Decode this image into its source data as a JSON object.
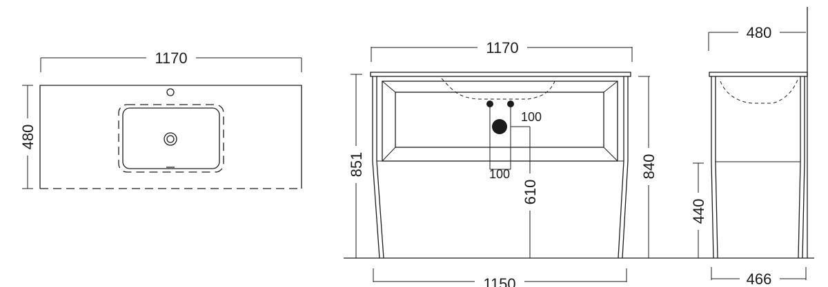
{
  "top_view": {
    "width": "1170",
    "depth": "480"
  },
  "front_view": {
    "width_top": "1170",
    "width_bottom": "1150",
    "height_left": "851",
    "height_right": "840",
    "waste_height": "610",
    "tap_spacing_h": "100",
    "tap_spacing_v": "100"
  },
  "side_view": {
    "depth_top": "480",
    "depth_bottom": "466",
    "leg_height": "440"
  }
}
